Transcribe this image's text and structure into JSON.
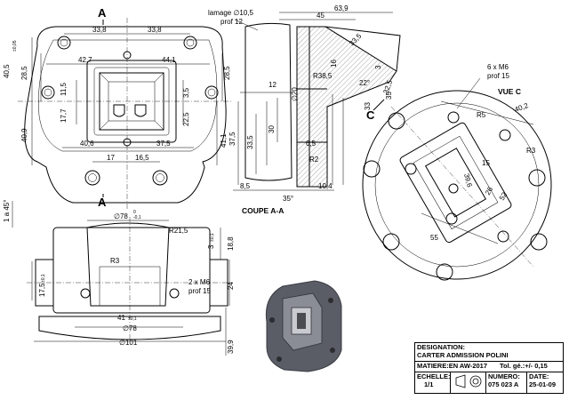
{
  "section_labels": {
    "a_top": "A",
    "a_bottom": "A",
    "c": "C",
    "vue_c": "VUE C",
    "coupe": "COUPE A-A"
  },
  "front_view": {
    "dims": [
      "33,8",
      "33,8",
      "42,7",
      "44,1",
      "40,5",
      "±0,05",
      "28,5",
      "28,5",
      "11,5",
      "17,7",
      "3,5",
      "22,5",
      "40,9",
      "41,1",
      "40,6",
      "37,5",
      "17",
      "16,5"
    ]
  },
  "section_view": {
    "dims": [
      "lamage ∅10,5",
      "prof 12",
      "63,9",
      "45",
      "33,5",
      "16",
      "3",
      "R38,5",
      "22°",
      "32,5",
      "12",
      "∅20",
      "33",
      "35",
      "37,5",
      "33,5",
      "30",
      "6,5",
      "R2",
      "8,5",
      "10,4",
      "35°"
    ]
  },
  "view_c": {
    "dims": [
      "6 x M6",
      "prof 15",
      "R5",
      "40,2",
      "R3",
      "39,6",
      "15",
      "26",
      "52",
      "55"
    ]
  },
  "bottom_view": {
    "dims": [
      "1 a 45°",
      "∅78",
      "0",
      "-0,1",
      "R21,5",
      "18,8",
      "3",
      "±0,1",
      "R3",
      "17,5",
      "±0,1",
      "2 x M6",
      "prof 15",
      "24",
      "41",
      "±0,1",
      "∅78",
      "∅101",
      "39,9"
    ]
  },
  "title_block": {
    "designation_label": "DESIGNATION:",
    "designation_value": "CARTER ADMISSION POLINI",
    "matiere": "MATIERE:EN AW-2017",
    "tolerance": "Tol. gé.:+/- 0,15",
    "echelle_label": "ECHELLE:",
    "echelle_value": "1/1",
    "numero_label": "NUMERO:",
    "numero_value": "075 023 A",
    "date_label": "DATE:",
    "date_value": "25-01-09"
  },
  "colors": {
    "line": "#000000",
    "render_body": "#5a5d66",
    "render_face": "#8a8d96",
    "background": "#ffffff"
  }
}
